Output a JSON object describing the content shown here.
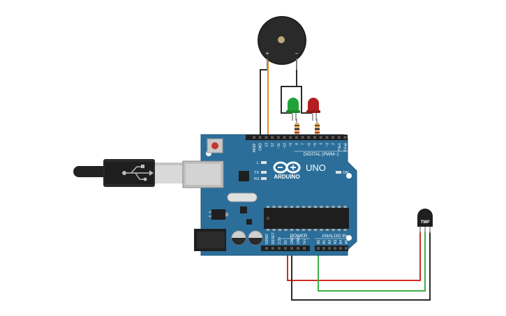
{
  "board": {
    "brand": "ARDUINO",
    "model": "UNO",
    "on_label": "ON",
    "l_label": "L",
    "tx_label": "TX",
    "rx_label": "RX",
    "digital_label": "DIGITAL (PWM~)",
    "power_label": "POWER",
    "analog_label": "ANALOG IN",
    "digital_pins": [
      "AREF",
      "GND",
      "13",
      "12",
      "~11",
      "~10",
      "~9",
      "8",
      "7",
      "~6",
      "~5",
      "4",
      "~3",
      "2",
      "TX▸1",
      "RX◂0"
    ],
    "power_pins": [
      "IOREF",
      "RESET",
      "3.3V",
      "5V",
      "GND",
      "GND",
      "Vin"
    ],
    "analog_pins": [
      "A0",
      "A1",
      "A2",
      "A3",
      "A4",
      "A5"
    ]
  },
  "buzzer": {
    "plus": "+",
    "minus": "−"
  },
  "sensor": {
    "label": "TMP"
  },
  "colors": {
    "board": "#2b6e9a",
    "board_edge": "#1d557c",
    "wire_black": "#2a2a2a",
    "wire_orange": "#e8912a",
    "wire_red": "#d42a20",
    "wire_green": "#3cb044",
    "led_green": "#22a33a",
    "led_red": "#b51f1f"
  }
}
